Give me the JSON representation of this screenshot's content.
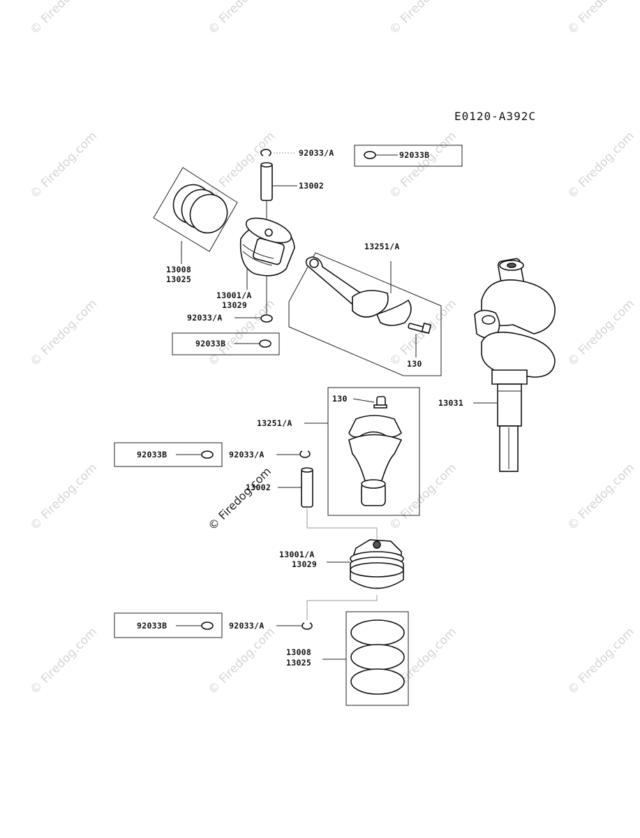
{
  "diagram_code": "E0120-A392C",
  "watermark": "© Firedog.com",
  "callouts": {
    "c1": "92033/A",
    "c2": "92033B",
    "c3": "13002",
    "c4": "13008",
    "c5": "13025",
    "c6": "13251/A",
    "c7": "13001/A",
    "c8": "13029",
    "c9": "92033/A",
    "c10": "92033B",
    "c11": "130",
    "c12": "13031",
    "c13": "130",
    "c14": "13251/A",
    "c15": "92033B",
    "c16": "92033/A",
    "c17": "13002",
    "c18": "13001/A",
    "c19": "13029",
    "c20": "92033B",
    "c21": "92033/A",
    "c22": "13008",
    "c23": "13025"
  }
}
